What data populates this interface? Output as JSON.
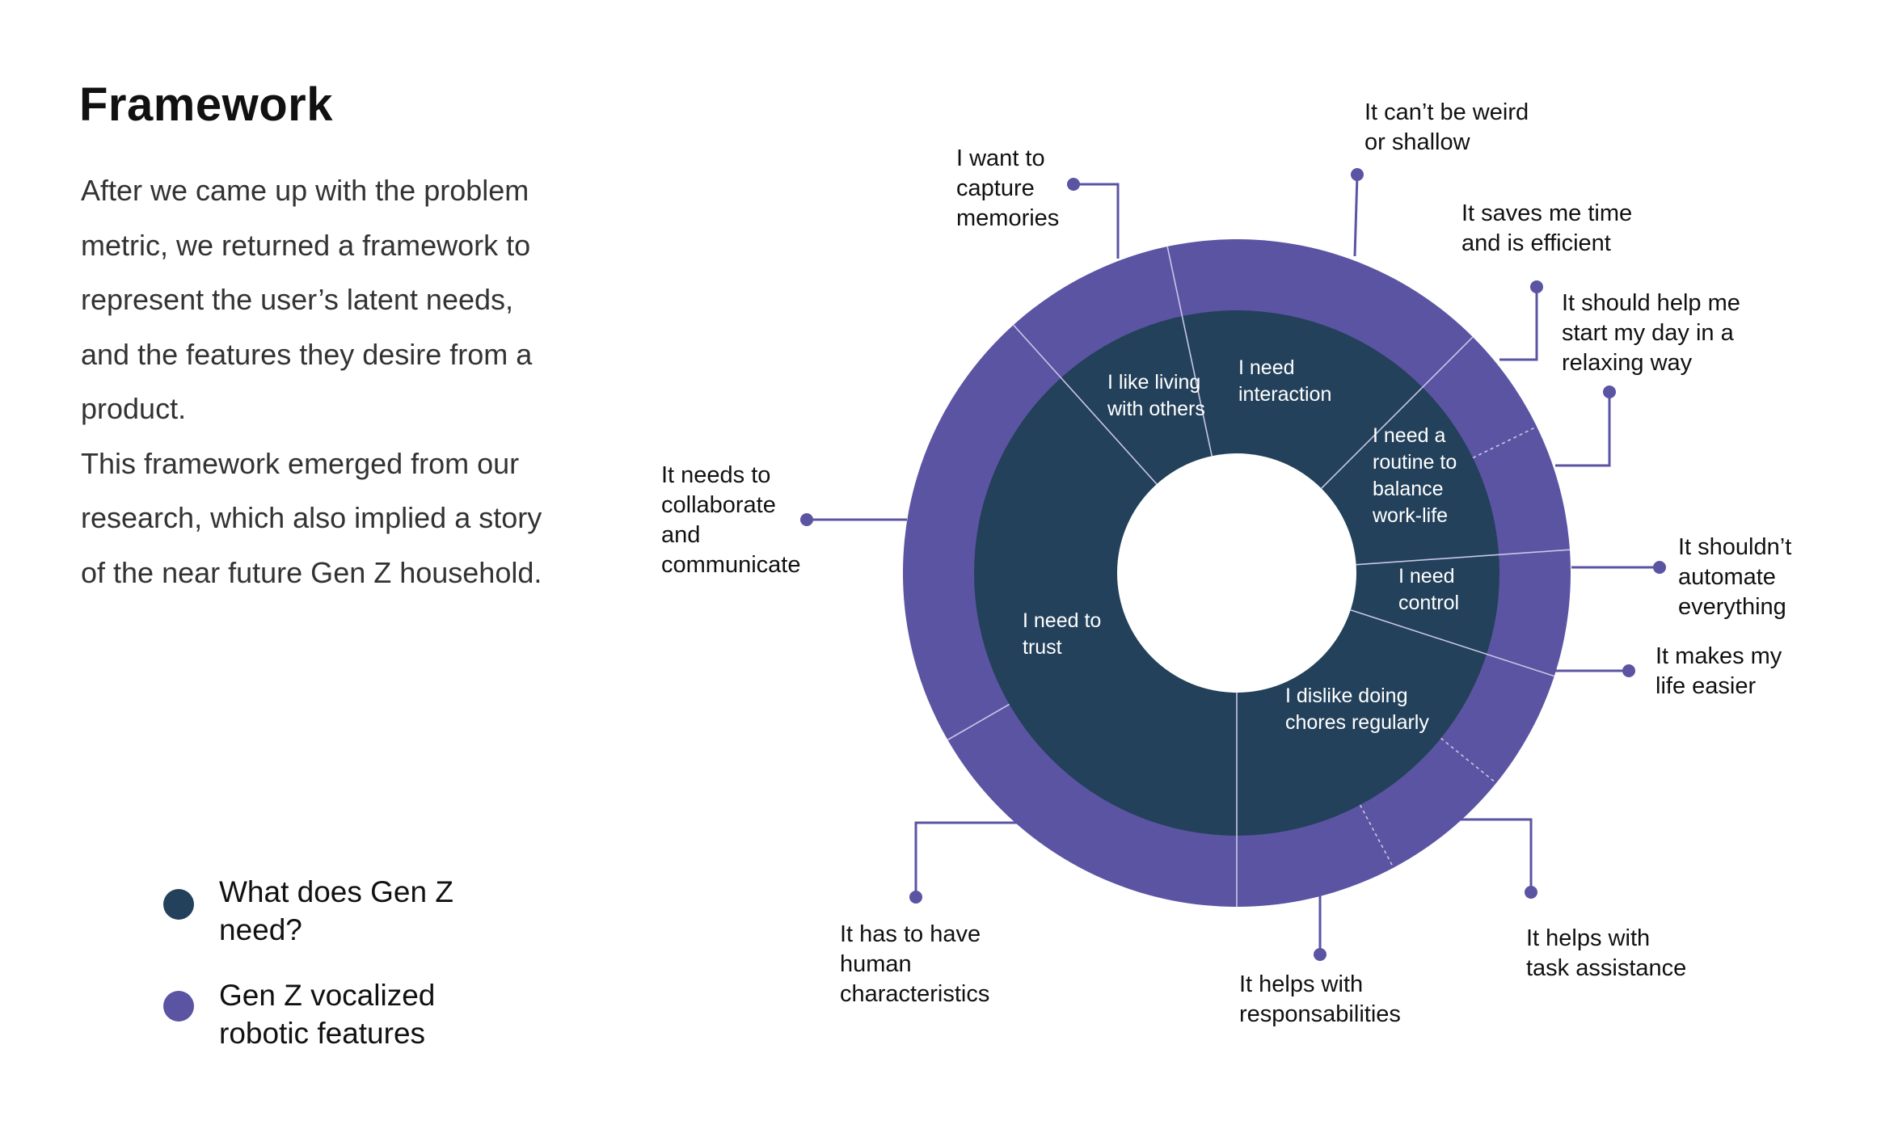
{
  "page": {
    "title": "Framework",
    "paragraphs": [
      "After we came up with the problem metric, we returned a framework to represent the user’s latent needs, and the features they desire from a product.",
      "This framework emerged from our research, which also implied a story of the near future Gen Z household."
    ]
  },
  "legend": {
    "items": [
      {
        "label": "What does Gen Z need?",
        "color": "#23415a"
      },
      {
        "label": "Gen Z vocalized robotic features",
        "color": "#5b54a3"
      }
    ]
  },
  "colors": {
    "inner_ring": "#23415a",
    "outer_ring": "#5b54a3",
    "leader_line": "#5b54a3",
    "divider": "#c9c6e6",
    "background": "#ffffff"
  },
  "diagram": {
    "inner_segments": [
      {
        "label_lines": [
          "I need to",
          "trust"
        ]
      },
      {
        "label_lines": [
          "I like living",
          "with others"
        ]
      },
      {
        "label_lines": [
          "I need",
          "interaction"
        ]
      },
      {
        "label_lines": [
          "I need a",
          "routine to",
          "balance",
          "work-life"
        ]
      },
      {
        "label_lines": [
          "I need",
          "control"
        ]
      },
      {
        "label_lines": [
          "I dislike doing",
          "chores regularly"
        ]
      }
    ],
    "outer_features": [
      {
        "label_lines": [
          "I want to",
          "capture",
          "memories"
        ]
      },
      {
        "label_lines": [
          "It can’t be weird",
          "or shallow"
        ]
      },
      {
        "label_lines": [
          "It saves me time",
          "and is efficient"
        ]
      },
      {
        "label_lines": [
          "It should help me",
          "start my day in a",
          "relaxing way"
        ]
      },
      {
        "label_lines": [
          "It needs to",
          "collaborate",
          "and",
          "communicate"
        ]
      },
      {
        "label_lines": [
          "It shouldn’t",
          "automate",
          "everything"
        ]
      },
      {
        "label_lines": [
          "It makes my",
          "life easier"
        ]
      },
      {
        "label_lines": [
          "It has to have",
          "human",
          "characteristics"
        ]
      },
      {
        "label_lines": [
          "It helps with",
          "responsabilities"
        ]
      },
      {
        "label_lines": [
          "It helps with",
          "task assistance"
        ]
      }
    ]
  }
}
